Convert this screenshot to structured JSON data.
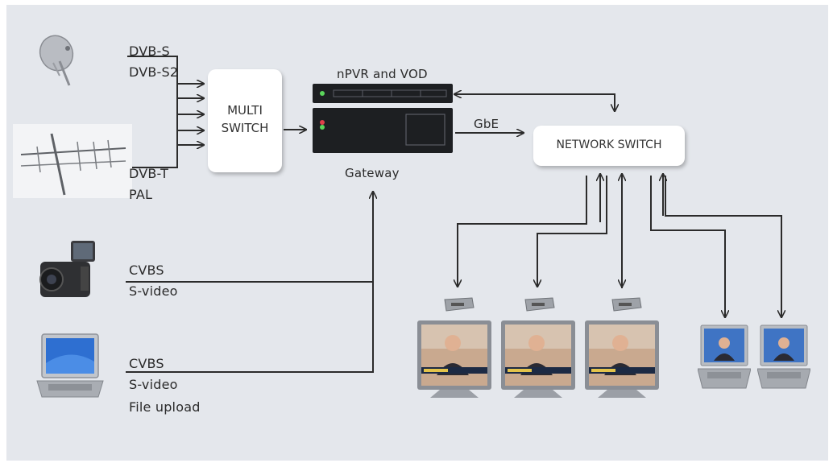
{
  "inputs": {
    "satellite": [
      "DVB-S",
      "DVB-S2"
    ],
    "terrestrial": [
      "DVB-T",
      "PAL"
    ],
    "camera": [
      "CVBS",
      "S-video"
    ],
    "laptop": [
      "CVBS",
      "S-video",
      "File upload"
    ]
  },
  "multiswitch": {
    "line1": "MULTI",
    "line2": "SWITCH"
  },
  "npvr_label": "nPVR and VOD",
  "gateway_label": "Gateway",
  "gbe_label": "GbE",
  "network_switch_label": "NETWORK SWITCH",
  "devices": {
    "left": [
      "satellite-dish",
      "terrestrial-antenna",
      "video-camera",
      "laptop"
    ],
    "outputs": [
      "set-top-box",
      "set-top-box",
      "set-top-box",
      "tv-screen",
      "tv-screen",
      "tv-screen",
      "laptop",
      "laptop"
    ]
  },
  "colors": {
    "background": "#e4e7ec",
    "line": "#2b2b2b",
    "box": "#ffffff",
    "gateway": "#1d1f22"
  }
}
